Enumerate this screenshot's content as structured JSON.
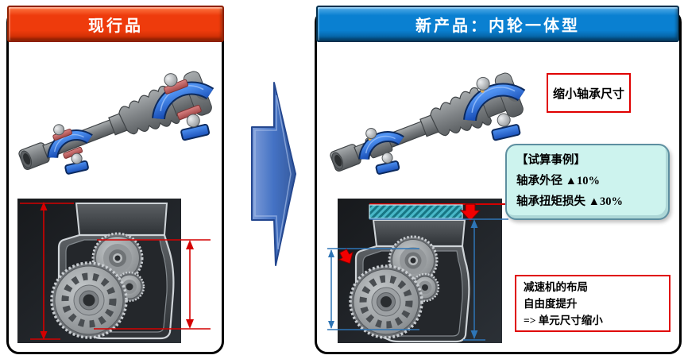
{
  "left_panel": {
    "header": "现行品"
  },
  "right_panel": {
    "header": "新产品：内轮一体型",
    "callout_reduce": "缩小轴承尺寸",
    "calc_box": {
      "title": "【试算事例】",
      "line1": "轴承外径 ▲10%",
      "line2": "轴承扭矩损失 ▲30%"
    },
    "layout_box": {
      "line1": "减速机的布局",
      "line2": "自由度提升",
      "line3": "=> 单元尺寸缩小"
    }
  },
  "colors": {
    "header_orange": "#EE3B0C",
    "header_blue": "#0A80D1",
    "transition_arrow_blue": "#4472C4",
    "box_red": "#E00000",
    "calc_bg": "#CDF3EE",
    "dim_red": "#D40000",
    "dim_blue": "#2E75B6",
    "hatch_teal": "#2FA8B8",
    "bearing_blue": "#2064D8",
    "inner_ring_red": "#C96A6A"
  }
}
